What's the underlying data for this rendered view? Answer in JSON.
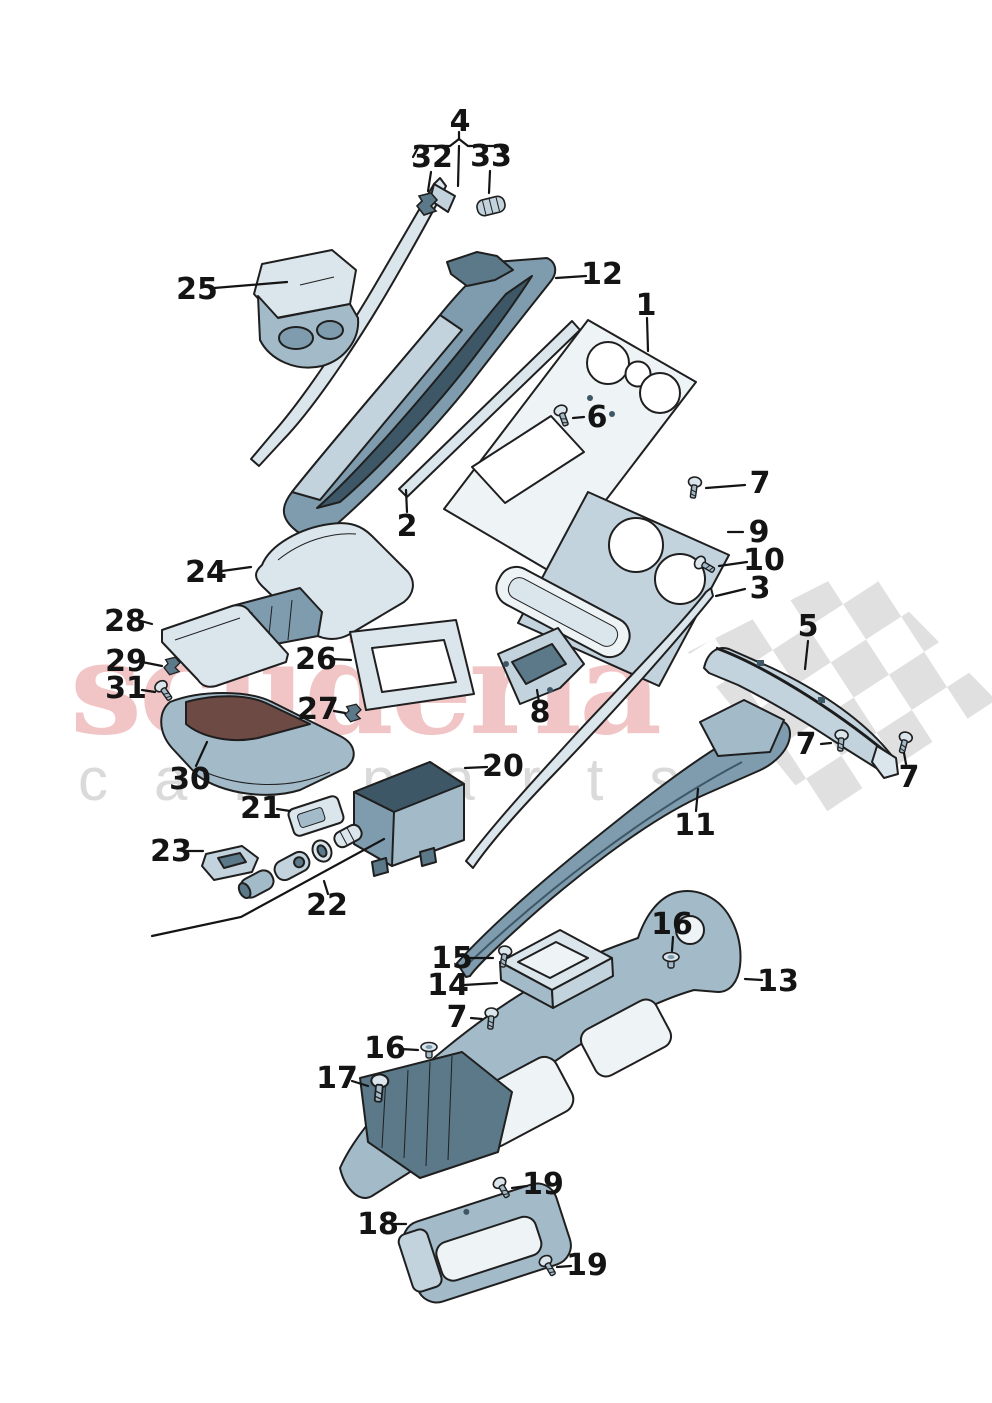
{
  "watermark": {
    "primary": "scuderia",
    "secondary": "car parts",
    "primary_color": "#eeb5b5",
    "secondary_color": "#d9d9d9",
    "checker_color": "#dcdcdc"
  },
  "colors": {
    "outline": "#1f1f1f",
    "label_text": "#141414",
    "part_fill_light": "#dbe5ec",
    "part_fill_mid": "#c2d3dd",
    "part_fill_steel": "#a3bbc9",
    "part_fill_dark": "#7e9cae",
    "part_fill_darkest": "#3e5767",
    "part_fill_maroon": "#6d4a44"
  },
  "part_labels": [
    {
      "part": "trim-strip-assembly",
      "text": "4"
    },
    {
      "part": "clip",
      "text": "32"
    },
    {
      "part": "expanding-nut",
      "text": "33"
    },
    {
      "part": "cupholder-insert",
      "text": "25"
    },
    {
      "part": "console-carrier",
      "text": "12"
    },
    {
      "part": "console-trim-panel",
      "text": "1"
    },
    {
      "part": "screw",
      "text": "6"
    },
    {
      "part": "trim-frame-strip",
      "text": "2"
    },
    {
      "part": "screw",
      "text": "7"
    },
    {
      "part": "cupholder-housing",
      "text": "9"
    },
    {
      "part": "screw",
      "text": "10"
    },
    {
      "part": "trim-strip",
      "text": "3"
    },
    {
      "part": "side-trim-right",
      "text": "5"
    },
    {
      "part": "armrest-lid",
      "text": "24"
    },
    {
      "part": "stowage-lid",
      "text": "28"
    },
    {
      "part": "clip",
      "text": "29"
    },
    {
      "part": "decor-frame",
      "text": "26"
    },
    {
      "part": "screw",
      "text": "31"
    },
    {
      "part": "clip",
      "text": "27"
    },
    {
      "part": "switch-bracket",
      "text": "8"
    },
    {
      "part": "screw",
      "text": "7"
    },
    {
      "part": "screw",
      "text": "7"
    },
    {
      "part": "rear-console-cover",
      "text": "30"
    },
    {
      "part": "stowage-box",
      "text": "20"
    },
    {
      "part": "side-panel",
      "text": "11"
    },
    {
      "part": "insert",
      "text": "21"
    },
    {
      "part": "bracket",
      "text": "23"
    },
    {
      "part": "lighter-socket-components",
      "text": "22"
    },
    {
      "part": "grommet",
      "text": "16"
    },
    {
      "part": "screw",
      "text": "15"
    },
    {
      "part": "retaining-plate",
      "text": "14"
    },
    {
      "part": "console-bracket-rear",
      "text": "13"
    },
    {
      "part": "screw",
      "text": "7"
    },
    {
      "part": "grommet",
      "text": "16"
    },
    {
      "part": "screw",
      "text": "17"
    },
    {
      "part": "screw",
      "text": "19"
    },
    {
      "part": "air-duct",
      "text": "18"
    },
    {
      "part": "screw",
      "text": "19"
    }
  ]
}
